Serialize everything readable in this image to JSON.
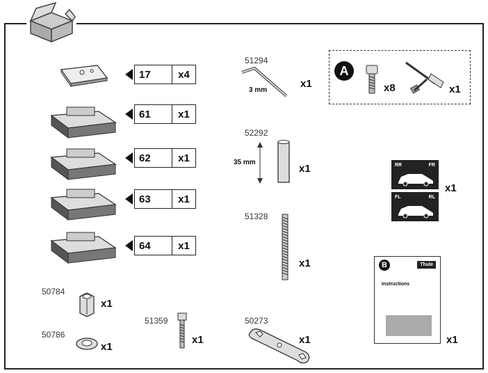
{
  "box_icon": "box-icon",
  "brackets": [
    {
      "code": "17",
      "qty": "x4"
    },
    {
      "code": "61",
      "qty": "x1"
    },
    {
      "code": "62",
      "qty": "x1"
    },
    {
      "code": "63",
      "qty": "x1"
    },
    {
      "code": "64",
      "qty": "x1"
    }
  ],
  "hex_key": {
    "part": "51294",
    "dim": "3 mm",
    "qty": "x1"
  },
  "tube": {
    "part": "52292",
    "dim": "35 mm",
    "qty": "x1"
  },
  "threaded_rod": {
    "part": "51328",
    "qty": "x1"
  },
  "sleeve_nut": {
    "part": "50784",
    "qty": "x1"
  },
  "washer": {
    "part": "50786",
    "qty": "x1"
  },
  "bolt": {
    "part": "51359",
    "qty": "x1"
  },
  "wrench": {
    "part": "50273",
    "qty": "x1"
  },
  "kit_a": {
    "letter": "A",
    "screw_qty": "x8",
    "tool_qty": "x1"
  },
  "sticker": {
    "qty": "x1",
    "labels_top": [
      "RR",
      "FR"
    ],
    "labels_bottom": [
      "FL",
      "RL"
    ]
  },
  "manual": {
    "letter": "B",
    "brand": "Thule",
    "title": "Instructions",
    "qty": "x1"
  }
}
